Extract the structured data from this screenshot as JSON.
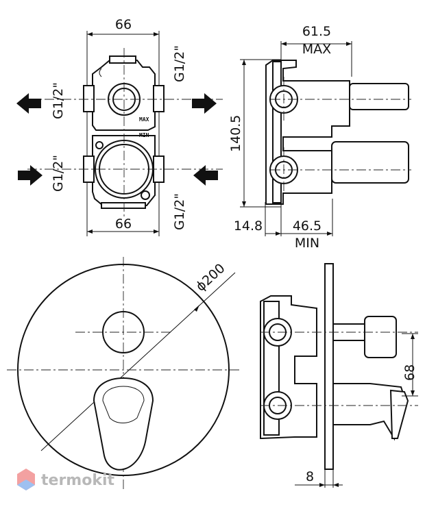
{
  "top_view": {
    "dim_top_width": "66",
    "dim_bottom_width": "66",
    "thread_left_top": "G1/2\"",
    "thread_left_bottom": "G1/2\"",
    "thread_right_top": "G1/2\"",
    "thread_right_bottom": "G1/2\"",
    "label_max": "MAX",
    "label_min": "MIN"
  },
  "side_view": {
    "dim_max_depth": "61.5",
    "max_label": "MAX",
    "dim_height": "140.5",
    "dim_offset": "14.8",
    "dim_min_depth": "46.5",
    "min_label": "MIN"
  },
  "front_view": {
    "dim_diameter": "ϕ200"
  },
  "assembly_view": {
    "dim_center_distance": "68",
    "dim_plate_thickness": "8"
  },
  "watermark": {
    "brand": "termokit"
  }
}
